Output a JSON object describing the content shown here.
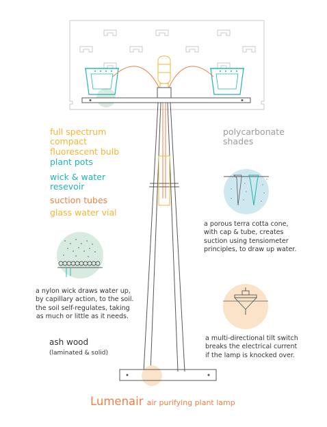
{
  "labels": {
    "bulb": "full spectrum compact fluorescent bulb",
    "bulb_lines": [
      "full spectrum",
      "compact",
      "fluorescent bulb"
    ],
    "pots": "plant pots",
    "wick_lines": [
      "wick & water",
      "resevoir"
    ],
    "tubes": "suction tubes",
    "vial": "glass water vial",
    "shades_lines": [
      "polycarbonate",
      "shades"
    ],
    "cone_lines": [
      "a porous terra cotta cone,",
      "with cap & tube, creates",
      "suction using tensiometer",
      "principles, to draw up water."
    ],
    "nylon_lines": [
      "a nylon wick draws water up,",
      "by capillary action, to the soil.",
      "the soil self-regulates, taking",
      "as much or little as it needs."
    ],
    "tilt_lines": [
      "a multi-directional tilt switch",
      "breaks the electrical current",
      "if the lamp is knocked over."
    ],
    "ash": "ash wood",
    "ash_sub": "(laminated & solid)"
  },
  "title": {
    "main": "Lumenair",
    "sub": "air purifying plant lamp"
  },
  "colors": {
    "yellow": "#f2b534",
    "teal": "#1fb5b0",
    "orange": "#f07f45",
    "gray": "#9a9a9a",
    "line": "#555555",
    "blue_circle": "#cfe8f0",
    "green_circle": "#d8ebe0",
    "peach_circle": "#fbe3c9"
  }
}
